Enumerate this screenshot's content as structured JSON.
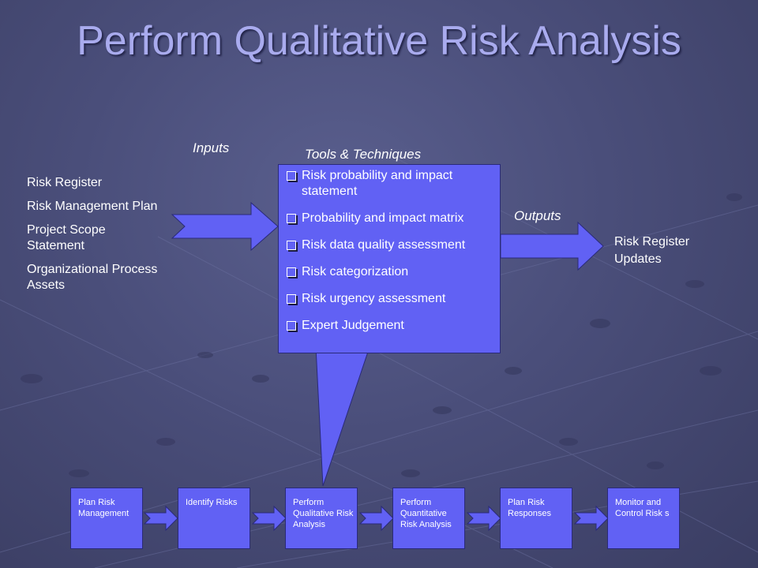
{
  "title": "Perform Qualitative Risk Analysis",
  "labels": {
    "inputs": "Inputs",
    "tools": "Tools & Techniques",
    "outputs": "Outputs"
  },
  "inputs": [
    "Risk Register",
    "Risk Management Plan",
    "Project Scope Statement",
    "Organizational Process Assets"
  ],
  "tools": [
    "Risk probability and impact statement",
    "Probability and impact matrix",
    "Risk data quality assessment",
    "Risk categorization",
    "Risk urgency assessment",
    "Expert Judgement"
  ],
  "outputs": [
    "Risk Register Updates"
  ],
  "process_steps": [
    "Plan Risk Management",
    "Identify Risks",
    "Perform Qualitative Risk Analysis",
    "Perform Quantitative Risk Analysis",
    "Plan Risk Responses",
    "Monitor and Control Risk s"
  ],
  "colors": {
    "box_fill": "#6161f4",
    "title": "#a9abee",
    "text": "#ffffff"
  }
}
